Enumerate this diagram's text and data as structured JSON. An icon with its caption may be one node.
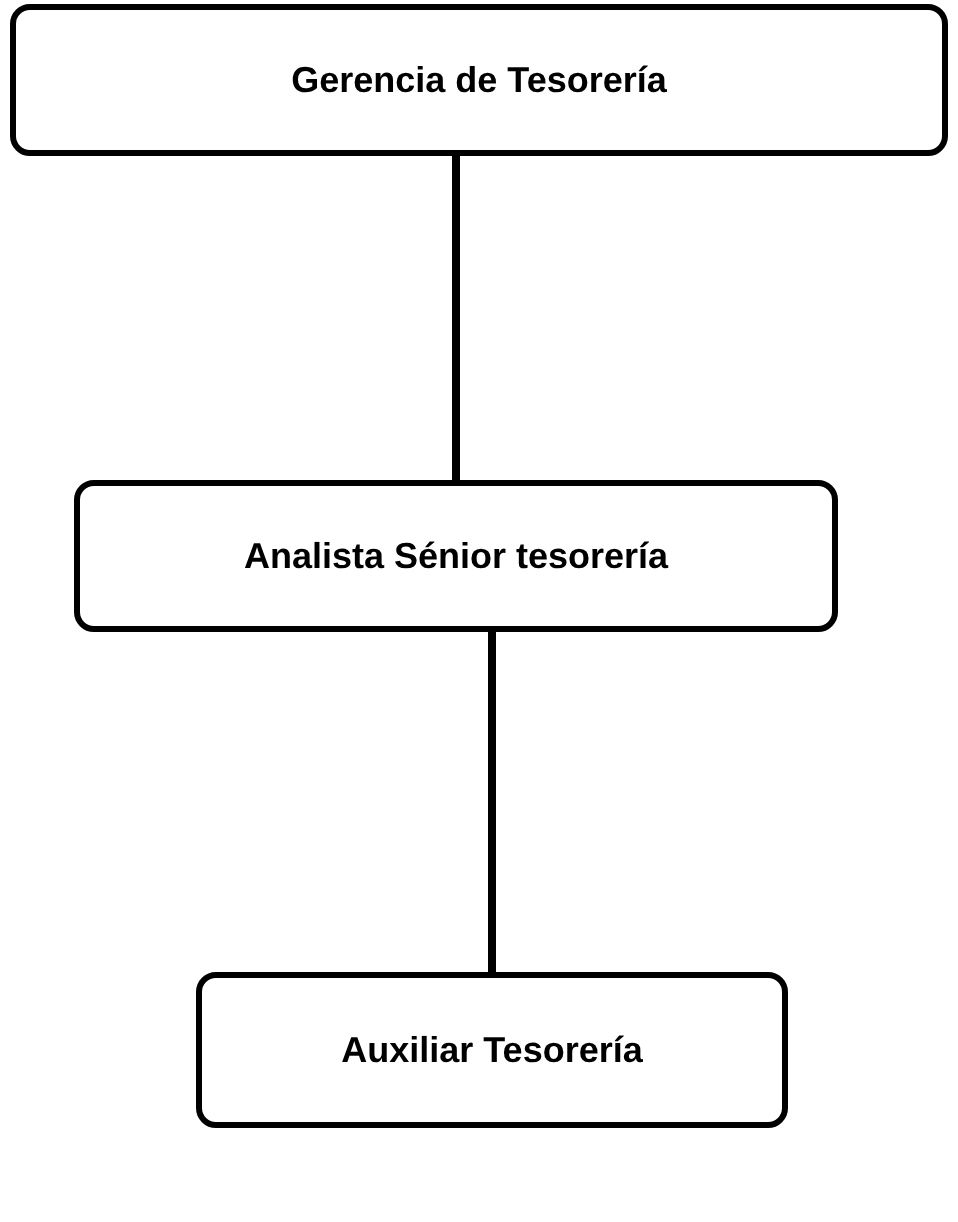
{
  "diagram": {
    "nodes": [
      {
        "text": [
          "Gerencia de Tesorería"
        ]
      },
      {
        "text": [
          "Analista Sénior tesorería"
        ]
      },
      {
        "text": [
          "Auxiliar Tesorería"
        ]
      }
    ],
    "edges": [
      {
        "from": 0,
        "to": 1,
        "arrow": "none"
      },
      {
        "from": 1,
        "to": 2,
        "arrow": "none"
      }
    ]
  }
}
